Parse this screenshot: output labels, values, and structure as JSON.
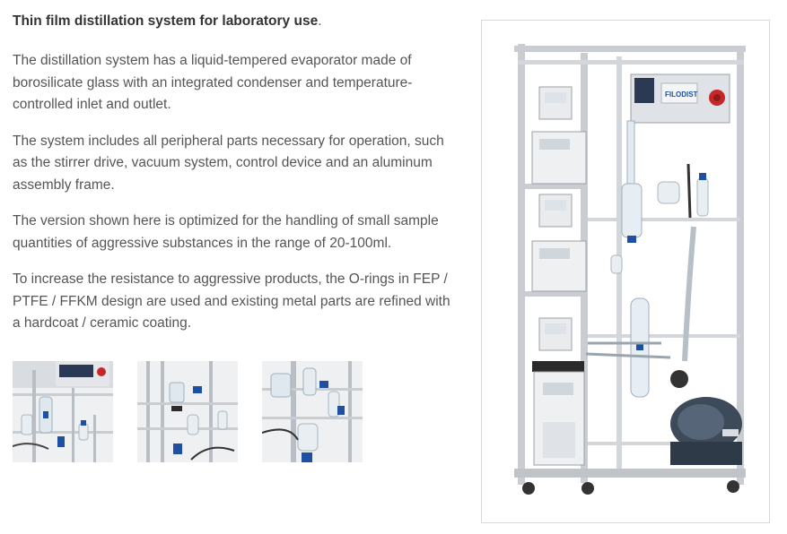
{
  "headline": {
    "bold": "Thin film distillation system for laboratory use",
    "tail": "."
  },
  "paragraphs": [
    "The distillation system has a liquid-tempered evaporator made of borosilicate glass with an integrated condenser and temperature-controlled inlet and outlet.",
    "The system includes all peripheral parts necessary for operation, such as the stirrer drive, vacuum system, control device and an aluminum assembly frame.",
    "The version shown here is optimized for the handling of small sample quantities of aggressive substances in the range of 20-100ml.",
    "To increase the resistance to aggressive products, the O-rings in FEP / PTFE / FFKM design are used and existing metal parts are refined with a hardcoat / ceramic coating."
  ],
  "main_image": {
    "label": "FILODIST"
  },
  "colors": {
    "text": "#555555",
    "heading": "#333333",
    "frame_border": "#d8d8d8",
    "aluminum": "#c9ccd0",
    "accent_blue": "#1f4fa0",
    "accent_red": "#c62828"
  }
}
